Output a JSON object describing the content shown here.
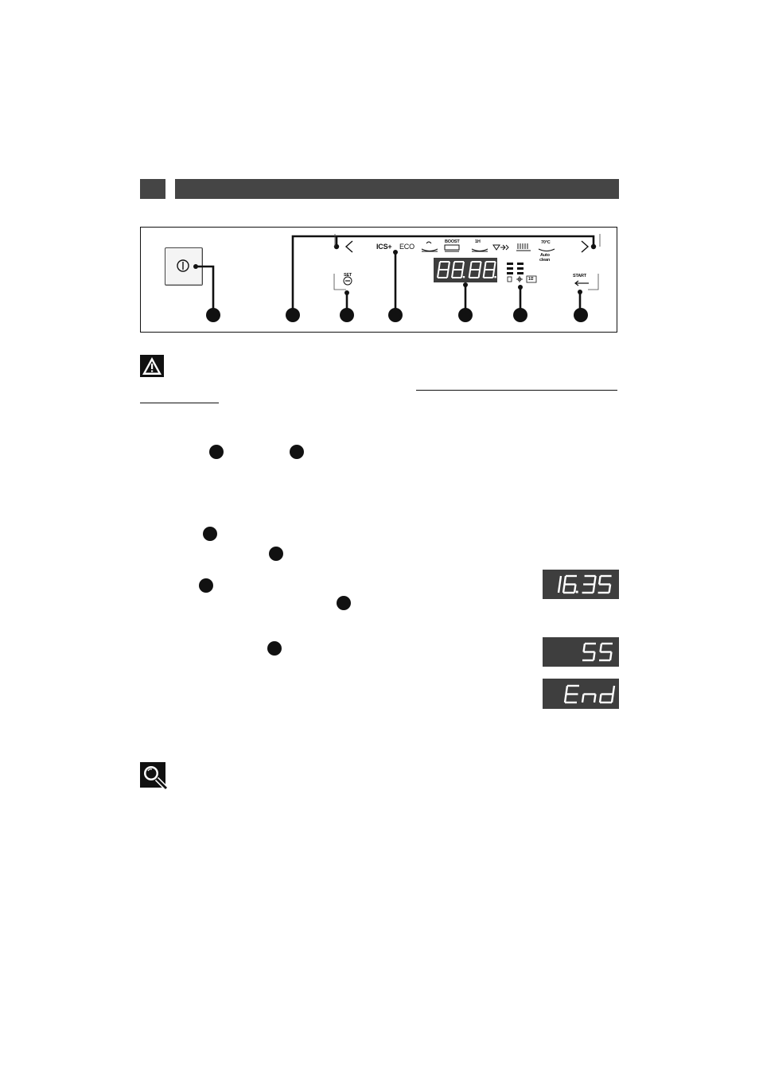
{
  "control_panel": {
    "set_label": "SET",
    "ics_label": "ICS+",
    "eco_label": "ECO",
    "boost_label": "BOOST",
    "one_hour_label": "1H",
    "temp_label": "70°C",
    "auto_label": "Auto",
    "clean_label": "clean",
    "start_label": "START",
    "half_load_label": "1/2",
    "display_placeholder": "88.88."
  },
  "displays": [
    {
      "name": "time",
      "text": "16.35"
    },
    {
      "name": "minutes",
      "text": "55"
    },
    {
      "name": "end",
      "text": "End"
    }
  ],
  "colors": {
    "dark_bar": "#454545",
    "display_bg": "#3e3e3e",
    "segment": "#ffffff"
  },
  "icons": [
    "power-icon",
    "chevron-left-icon",
    "chevron-right-icon",
    "minus-icon",
    "arrow-left-icon",
    "warning-icon",
    "search-icon"
  ]
}
